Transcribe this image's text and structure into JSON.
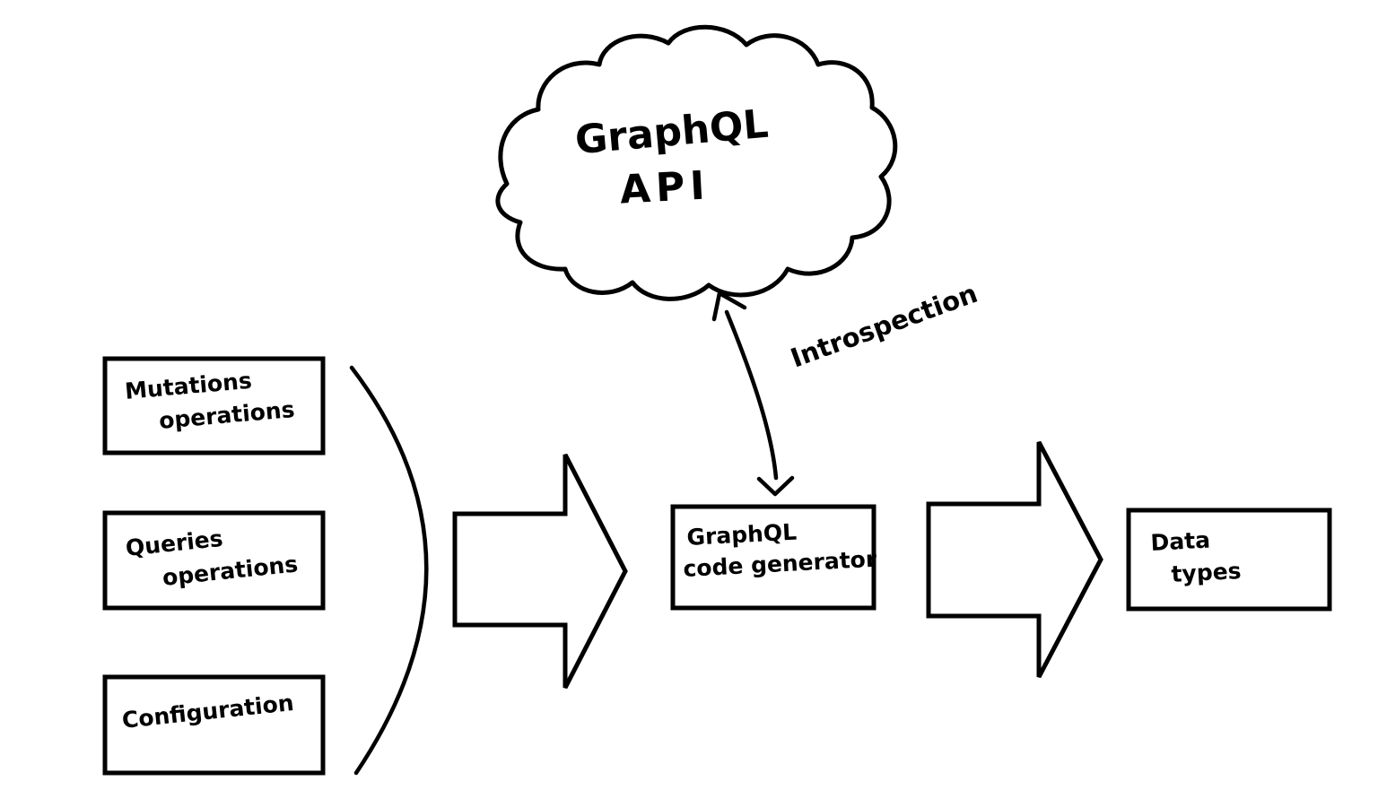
{
  "colors": {
    "ink": "#000000",
    "background": "#ffffff"
  },
  "cloud": {
    "title_line1": "GraphQL",
    "title_line2": "API"
  },
  "input_boxes": {
    "mutations": {
      "line1": "Mutations",
      "line2": "operations"
    },
    "queries": {
      "line1": "Queries",
      "line2": "operations"
    },
    "configuration": {
      "line1": "Configuration"
    }
  },
  "generator_box": {
    "line1": "GraphQL",
    "line2": "code generator"
  },
  "output_box": {
    "line1": "Data",
    "line2": "types"
  },
  "arrow_labels": {
    "introspection": "Introspection"
  }
}
